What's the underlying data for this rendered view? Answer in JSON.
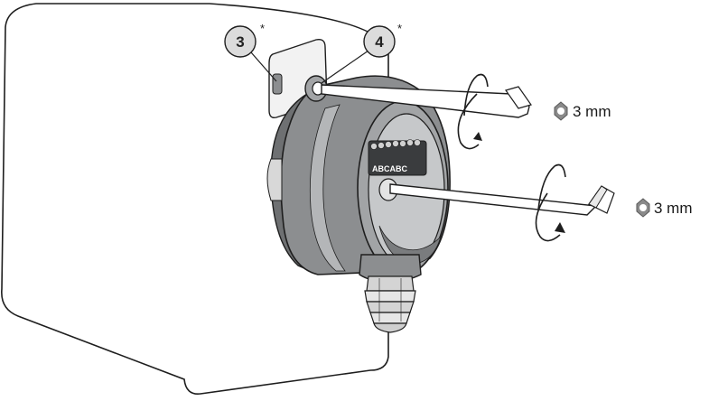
{
  "callouts": [
    {
      "number": "3",
      "mark": "*"
    },
    {
      "number": "4",
      "mark": "*"
    }
  ],
  "hex_keys": [
    {
      "size_label": "3 mm",
      "icon": "hexagon-icon"
    },
    {
      "size_label": "3 mm",
      "icon": "hexagon-icon"
    }
  ],
  "terminal_labels": "ABCABC",
  "colors": {
    "housing": "#8c8e90",
    "housing_dark": "#5e6062",
    "housing_light": "#b4b6b8",
    "outline": "#1e1e1e",
    "callout_fill": "#dcdcdc",
    "hex_icon": "#8a8a8a"
  }
}
